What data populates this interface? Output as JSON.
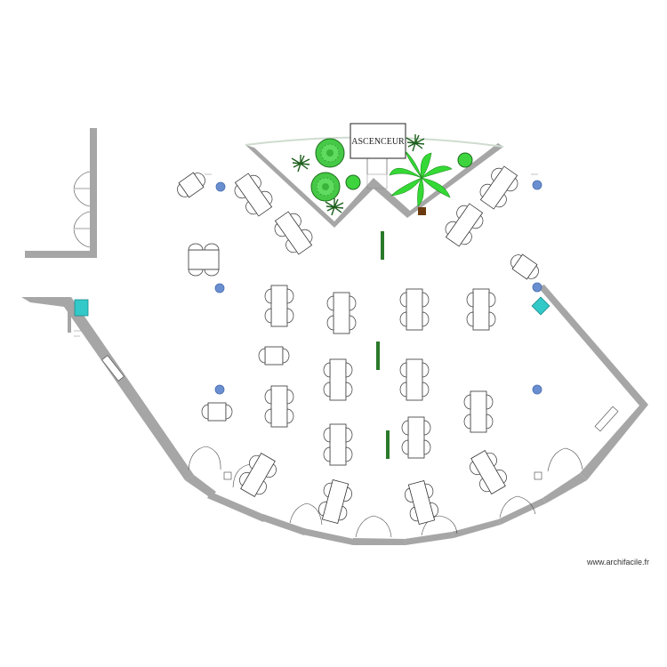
{
  "plan": {
    "elevator_label": "ASCENCEUR",
    "watermark": "www.archifacile.fr",
    "colors": {
      "wall": "#a6a6a6",
      "pillar": "#6a8fd0",
      "accent_box": "#33c9c9",
      "plant_green": "#35d935",
      "plant_dark": "#1c6e1c"
    },
    "icons": [
      "elevator-box",
      "plant-palm",
      "plant-round-shrub",
      "pillar-circle",
      "chair-arc",
      "table-rect",
      "door-swing"
    ]
  }
}
